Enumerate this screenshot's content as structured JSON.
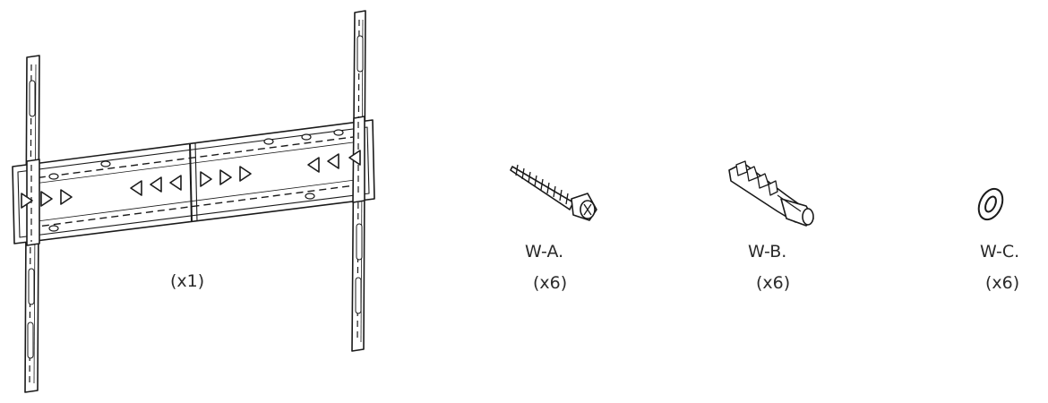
{
  "parts": [
    {
      "id": "bracket",
      "code": "",
      "quantity": "(x1)",
      "icon": "wall-bracket"
    },
    {
      "id": "w-a",
      "code": "W-A.",
      "quantity": "(x6)",
      "icon": "screw"
    },
    {
      "id": "w-b",
      "code": "W-B.",
      "quantity": "(x6)",
      "icon": "wall-anchor"
    },
    {
      "id": "w-c",
      "code": "W-C.",
      "quantity": "(x6)",
      "icon": "washer"
    }
  ],
  "colors": {
    "line": "#1a1a1a",
    "fill": "#ffffff",
    "text": "#2a2a2a"
  }
}
